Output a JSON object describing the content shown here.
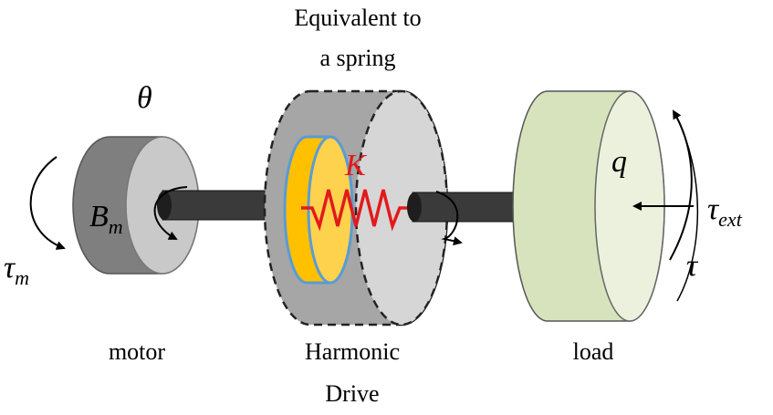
{
  "title": {
    "line1": "Equivalent to",
    "line2": "a spring"
  },
  "motor": {
    "label": "motor",
    "symbol": "B",
    "symbol_sub": "m",
    "angle_symbol": "θ",
    "torque_symbol": "τ",
    "torque_sub": "m"
  },
  "harmonic_drive": {
    "label_line1": "Harmonic",
    "label_line2": "Drive",
    "spring_symbol": "K"
  },
  "load": {
    "label": "load",
    "angle_symbol": "q",
    "torque_symbol": "τ",
    "ext_torque_symbol": "τ",
    "ext_torque_sub": "ext"
  },
  "colors": {
    "motor_body": "#7f7f7f",
    "motor_face": "#c9c9c9",
    "shaft": "#3a3a3a",
    "drive_body": "#a6a6a6",
    "drive_face": "#d6d6d6",
    "spring_disk": "#ffc000",
    "spring_disk_edge": "#5b9bd5",
    "spring": "#e3191c",
    "load_body": "#d6e3bc",
    "load_face": "#ebf1dd"
  }
}
